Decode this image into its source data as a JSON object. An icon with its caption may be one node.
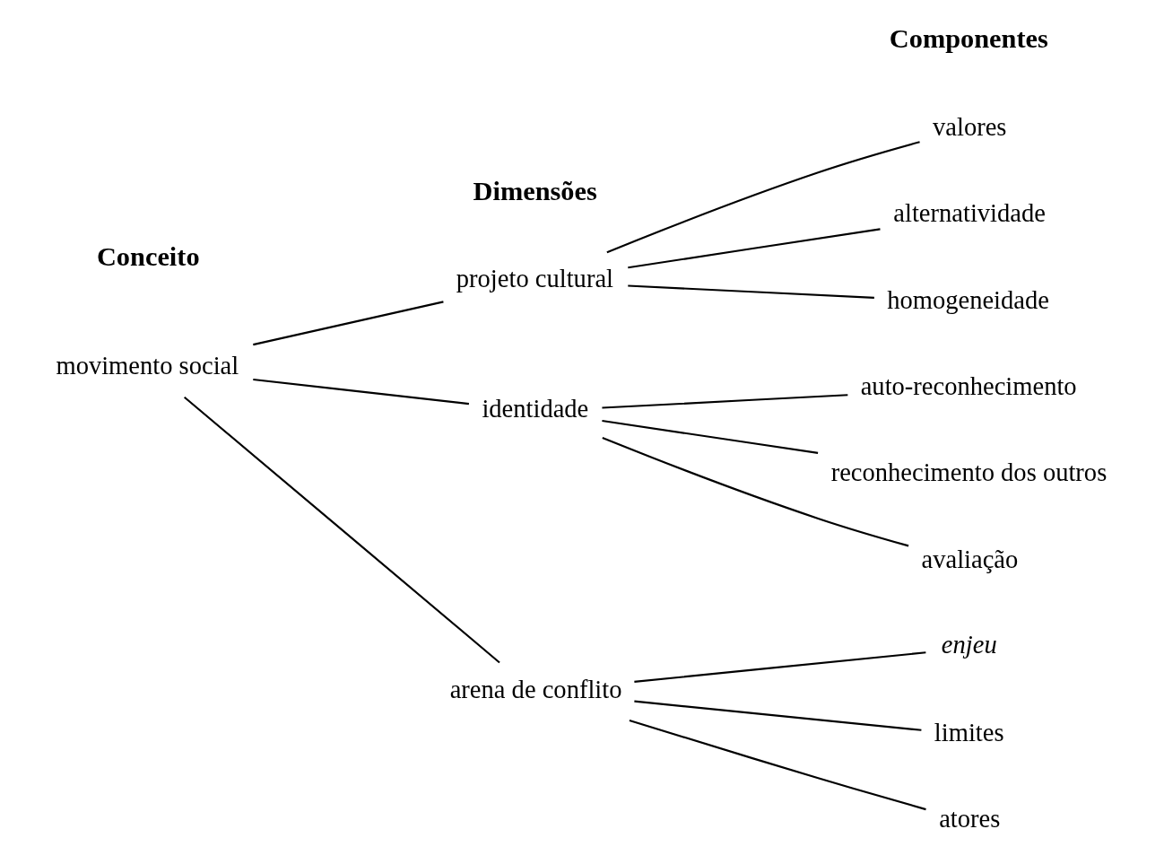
{
  "diagram": {
    "nodes": [
      {
        "text": [
          "movimento social"
        ]
      },
      {
        "text": [
          "projeto cultural"
        ]
      },
      {
        "text": [
          "identidade"
        ]
      },
      {
        "text": [
          "arena de conflito"
        ]
      },
      {
        "text": [
          "valores"
        ]
      },
      {
        "text": [
          "alternatividade"
        ]
      },
      {
        "text": [
          "homogeneidade"
        ]
      },
      {
        "text": [
          "auto-reconhecimento"
        ]
      },
      {
        "text": [
          "reconhecimento dos outros"
        ]
      },
      {
        "text": [
          "avaliação"
        ]
      },
      {
        "text": [
          "enjeu"
        ]
      },
      {
        "text": [
          "limites"
        ]
      },
      {
        "text": [
          "atores"
        ]
      }
    ],
    "edges": [
      {
        "from": 0,
        "to": 1,
        "arrow": "none"
      },
      {
        "from": 0,
        "to": 2,
        "arrow": "none"
      },
      {
        "from": 0,
        "to": 3,
        "arrow": "none"
      },
      {
        "from": 1,
        "to": 4,
        "arrow": "none"
      },
      {
        "from": 1,
        "to": 5,
        "arrow": "none"
      },
      {
        "from": 1,
        "to": 6,
        "arrow": "none"
      },
      {
        "from": 2,
        "to": 7,
        "arrow": "none"
      },
      {
        "from": 2,
        "to": 8,
        "arrow": "none"
      },
      {
        "from": 2,
        "to": 9,
        "arrow": "none"
      },
      {
        "from": 3,
        "to": 10,
        "arrow": "none"
      },
      {
        "from": 3,
        "to": 11,
        "arrow": "none"
      },
      {
        "from": 3,
        "to": 12,
        "arrow": "none"
      }
    ],
    "labels": [
      "Conceito",
      "Dimensões",
      "Componentes"
    ]
  }
}
